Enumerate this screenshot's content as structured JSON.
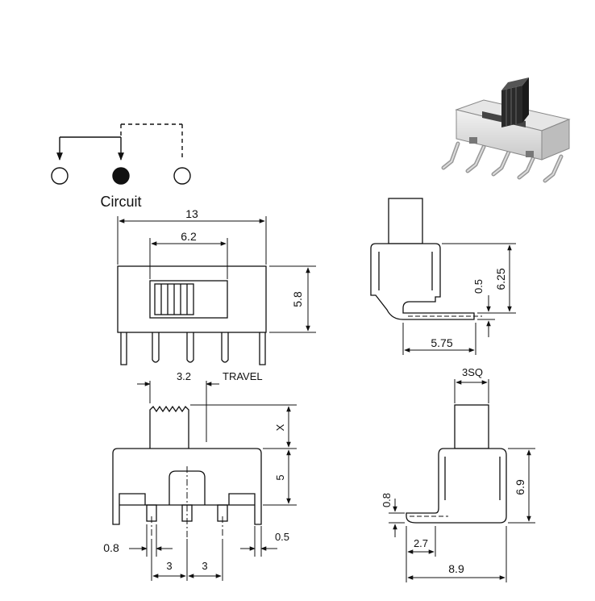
{
  "circuit": {
    "label": "Circuit"
  },
  "front_view": {
    "overall_width": "13",
    "knob_width": "6.2",
    "body_height": "5.8"
  },
  "side_view": {
    "height": "6.25",
    "pin_thickness": "0.5",
    "pin_offset": "5.75"
  },
  "bottom_view": {
    "knob_width": "3.2",
    "travel_label": "TRAVEL",
    "travel_value": "X",
    "body_height": "5",
    "pin_width": "0.8",
    "pin_thickness": "0.5",
    "pitch_left": "3",
    "pitch_right": "3"
  },
  "end_view": {
    "knob_square": "3SQ",
    "height": "6.9",
    "pin_thickness": "0.8",
    "pin_offset": "2.7",
    "overall_depth": "8.9"
  },
  "colors": {
    "line": "#111111",
    "body_shade": "#d9d9d9",
    "knob_dark": "#2a2a2a"
  }
}
